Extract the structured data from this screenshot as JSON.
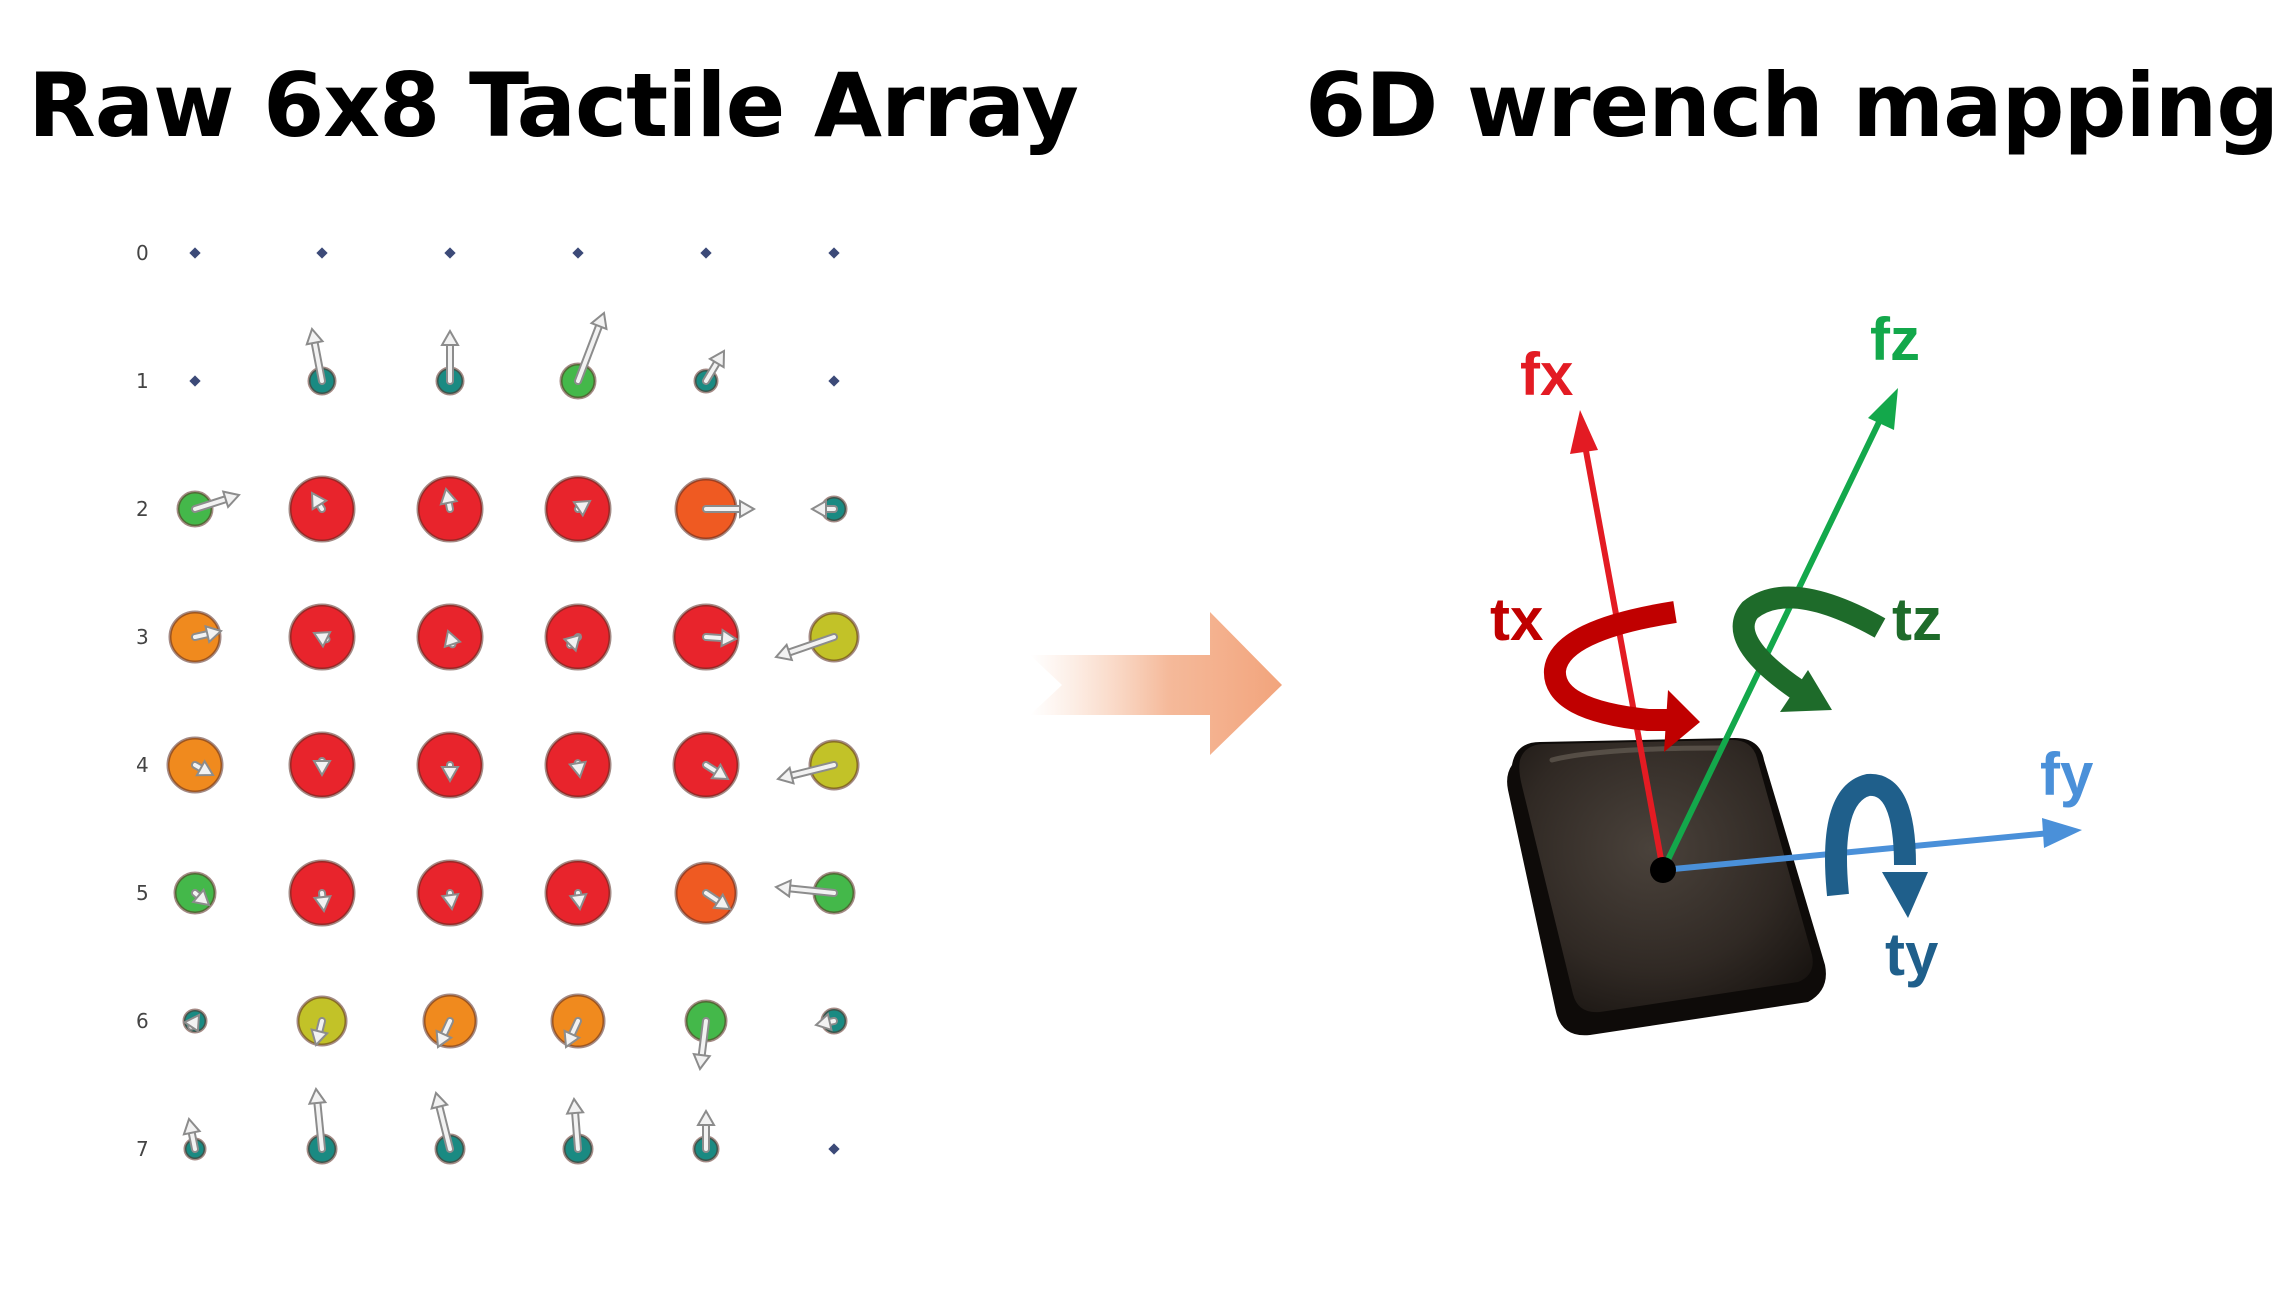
{
  "left_panel": {
    "title": "Raw 6x8 Tactile Array",
    "row_labels": [
      "0",
      "1",
      "2",
      "3",
      "4",
      "5",
      "6",
      "7"
    ],
    "colors": {
      "red": "#e8242c",
      "orange_red": "#ef5a22",
      "orange": "#f08a1e",
      "yellow_green": "#c2c228",
      "green": "#44b84a",
      "teal": "#1a8a82",
      "navy_dot": "#3c4a78",
      "arrow_fill": "#f2f2f2",
      "arrow_stroke": "#8c8c8c"
    }
  },
  "right_panel": {
    "title": "6D wrench mapping",
    "axes": {
      "fx": {
        "label": "fx",
        "color": "#e31b23"
      },
      "fz": {
        "label": "fz",
        "color": "#13a84b"
      },
      "fy": {
        "label": "fy",
        "color": "#4a90d9"
      },
      "tx": {
        "label": "tx",
        "color": "#c00000"
      },
      "tz": {
        "label": "tz",
        "color": "#1e6b2a"
      },
      "ty": {
        "label": "ty",
        "color": "#1f5f8b"
      }
    },
    "pad_color": "#2f2924",
    "center_color": "#000000"
  },
  "transition_arrow": {
    "icon": "right-arrow-icon",
    "color": "#f2a47c"
  }
}
